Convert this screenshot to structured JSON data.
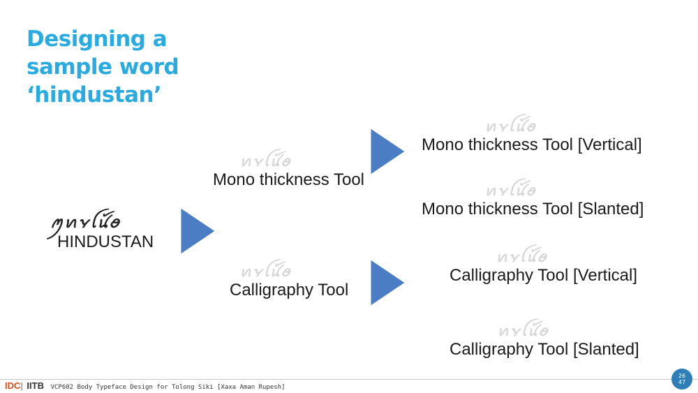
{
  "title": {
    "line1": "Designing a",
    "line2": "sample word",
    "line3": "‘hindustan’"
  },
  "source": {
    "script_text": "ꪑꪕꪩꪶꪙꪰꪮ",
    "label": "HINDUSTAN"
  },
  "branches": [
    {
      "script_text": "ꪕꪩꪶꪙꪰꪮ",
      "label": "Mono thickness Tool",
      "outputs": [
        {
          "script_text": "ꪕꪩꪶꪙꪰꪮ",
          "label": "Mono thickness Tool [Vertical]"
        },
        {
          "script_text": "ꪕꪩꪶꪙꪰꪮ",
          "label": "Mono thickness Tool [Slanted]"
        }
      ]
    },
    {
      "script_text": "ꪕꪩꪶꪙꪰꪮ",
      "label": "Calligraphy Tool",
      "outputs": [
        {
          "script_text": "ꪕꪩꪶꪙꪰꪮ",
          "label": "Calligraphy Tool [Vertical]"
        },
        {
          "script_text": "ꪕꪩꪶꪙꪰꪮ",
          "label": "Calligraphy Tool [Slanted]"
        }
      ]
    }
  ],
  "footer": {
    "idc": "IDC",
    "separator": "|",
    "iitb": "IITB",
    "course": "VCP602 Body Typeface Design for Tolong Siki [Xaxa Aman Rupesh]"
  },
  "page": {
    "current": "26",
    "total": "47"
  },
  "colors": {
    "title": "#29abe2",
    "arrow": "#4a7dc4",
    "page_badge": "#2e7fb8",
    "idc": "#e04a1a"
  }
}
